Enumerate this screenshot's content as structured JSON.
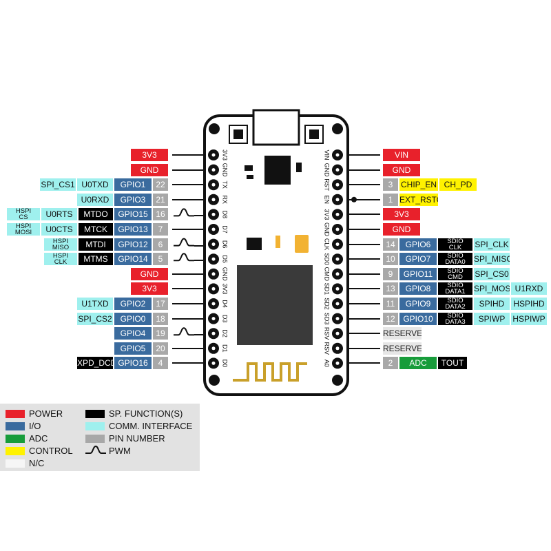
{
  "board": {
    "left_pins": [
      "3V3",
      "GND",
      "TX",
      "RX",
      "D8",
      "D7",
      "D6",
      "D5",
      "GND",
      "3V3",
      "D4",
      "D3",
      "D2",
      "D1",
      "D0"
    ],
    "right_pins": [
      "VIN",
      "GND",
      "RST",
      "EN",
      "3V3",
      "GND",
      "CLK",
      "SD0",
      "CMD",
      "SD1",
      "SD2",
      "SD3",
      "RSV",
      "RSV",
      "A0"
    ]
  },
  "left_rows": [
    {
      "labels": [
        {
          "text": "3V3",
          "c": "power"
        }
      ]
    },
    {
      "labels": [
        {
          "text": "GND",
          "c": "power"
        }
      ]
    },
    {
      "labels": [
        {
          "text": "SPI_CS1",
          "c": "comm"
        },
        {
          "text": "U0TXD",
          "c": "comm"
        },
        {
          "text": "GPIO1",
          "c": "io"
        },
        {
          "text": "22",
          "c": "num"
        }
      ]
    },
    {
      "labels": [
        {
          "text": "U0RXD",
          "c": "comm"
        },
        {
          "text": "GPIO3",
          "c": "io"
        },
        {
          "text": "21",
          "c": "num"
        }
      ]
    },
    {
      "labels": [
        {
          "text": "HSPI\nCS",
          "c": "comm"
        },
        {
          "text": "U0RTS",
          "c": "comm"
        },
        {
          "text": "MTDO",
          "c": "sp"
        },
        {
          "text": "GPIO15",
          "c": "io"
        },
        {
          "text": "16",
          "c": "num"
        }
      ],
      "pwm": true
    },
    {
      "labels": [
        {
          "text": "HSPI\nMOSI",
          "c": "comm"
        },
        {
          "text": "U0CTS",
          "c": "comm"
        },
        {
          "text": "MTCK",
          "c": "sp"
        },
        {
          "text": "GPIO13",
          "c": "io"
        },
        {
          "text": "7",
          "c": "num"
        }
      ]
    },
    {
      "labels": [
        {
          "text": "HSPI\nMISO",
          "c": "comm"
        },
        {
          "text": "MTDI",
          "c": "sp"
        },
        {
          "text": "GPIO12",
          "c": "io"
        },
        {
          "text": "6",
          "c": "num"
        }
      ],
      "pwm": true
    },
    {
      "labels": [
        {
          "text": "HSPI\nCLK",
          "c": "comm"
        },
        {
          "text": "MTMS",
          "c": "sp"
        },
        {
          "text": "GPIO14",
          "c": "io"
        },
        {
          "text": "5",
          "c": "num"
        }
      ],
      "pwm": true
    },
    {
      "labels": [
        {
          "text": "GND",
          "c": "power"
        }
      ]
    },
    {
      "labels": [
        {
          "text": "3V3",
          "c": "power"
        }
      ]
    },
    {
      "labels": [
        {
          "text": "U1TXD",
          "c": "comm"
        },
        {
          "text": "GPIO2",
          "c": "io"
        },
        {
          "text": "17",
          "c": "num"
        }
      ]
    },
    {
      "labels": [
        {
          "text": "SPI_CS2",
          "c": "comm"
        },
        {
          "text": "GPIO0",
          "c": "io"
        },
        {
          "text": "18",
          "c": "num"
        }
      ]
    },
    {
      "labels": [
        {
          "text": "GPIO4",
          "c": "io"
        },
        {
          "text": "19",
          "c": "num"
        }
      ],
      "pwm": true
    },
    {
      "labels": [
        {
          "text": "GPIO5",
          "c": "io"
        },
        {
          "text": "20",
          "c": "num"
        }
      ]
    },
    {
      "labels": [
        {
          "text": "XPD_DCDC",
          "c": "sp"
        },
        {
          "text": "GPIO16",
          "c": "io"
        },
        {
          "text": "4",
          "c": "num"
        }
      ]
    }
  ],
  "right_rows": [
    {
      "labels": [
        {
          "text": "VIN",
          "c": "power"
        }
      ]
    },
    {
      "labels": [
        {
          "text": "GND",
          "c": "power"
        }
      ]
    },
    {
      "labels": [
        {
          "text": "3",
          "c": "num"
        },
        {
          "text": "CHIP_EN",
          "c": "control"
        },
        {
          "text": "CH_PD",
          "c": "control"
        }
      ]
    },
    {
      "labels": [
        {
          "text": "1",
          "c": "num"
        },
        {
          "text": "EXT_RSTO",
          "c": "control"
        }
      ],
      "dot": true
    },
    {
      "labels": [
        {
          "text": "3V3",
          "c": "power"
        }
      ]
    },
    {
      "labels": [
        {
          "text": "GND",
          "c": "power"
        }
      ]
    },
    {
      "labels": [
        {
          "text": "14",
          "c": "num"
        },
        {
          "text": "GPIO6",
          "c": "io"
        },
        {
          "text": "SDIO\nCLK",
          "c": "sp"
        },
        {
          "text": "SPI_CLK",
          "c": "comm"
        }
      ]
    },
    {
      "labels": [
        {
          "text": "10",
          "c": "num"
        },
        {
          "text": "GPIO7",
          "c": "io"
        },
        {
          "text": "SDIO\nDATA0",
          "c": "sp"
        },
        {
          "text": "SPI_MISO",
          "c": "comm"
        }
      ]
    },
    {
      "labels": [
        {
          "text": "9",
          "c": "num"
        },
        {
          "text": "GPIO11",
          "c": "io"
        },
        {
          "text": "SDIO\nCMD",
          "c": "sp"
        },
        {
          "text": "SPI_CS0",
          "c": "comm"
        }
      ]
    },
    {
      "labels": [
        {
          "text": "13",
          "c": "num"
        },
        {
          "text": "GPIO8",
          "c": "io"
        },
        {
          "text": "SDIO\nDATA1",
          "c": "sp"
        },
        {
          "text": "SPI_MOSI",
          "c": "comm"
        },
        {
          "text": "U1RXD",
          "c": "comm"
        }
      ]
    },
    {
      "labels": [
        {
          "text": "11",
          "c": "num"
        },
        {
          "text": "GPIO9",
          "c": "io"
        },
        {
          "text": "SDIO\nDATA2",
          "c": "sp"
        },
        {
          "text": "SPIHD",
          "c": "comm"
        },
        {
          "text": "HSPIHD",
          "c": "comm"
        }
      ]
    },
    {
      "labels": [
        {
          "text": "12",
          "c": "num"
        },
        {
          "text": "GPIO10",
          "c": "io"
        },
        {
          "text": "SDIO\nDATA3",
          "c": "sp"
        },
        {
          "text": "SPIWP",
          "c": "comm"
        },
        {
          "text": "HSPIWP",
          "c": "comm"
        }
      ]
    },
    {
      "labels": [
        {
          "text": "RESERVED",
          "c": "nc"
        }
      ]
    },
    {
      "labels": [
        {
          "text": "RESERVED",
          "c": "nc"
        }
      ]
    },
    {
      "labels": [
        {
          "text": "2",
          "c": "num"
        },
        {
          "text": "ADC",
          "c": "adc"
        },
        {
          "text": "TOUT",
          "c": "sp"
        }
      ]
    }
  ],
  "legend": {
    "left": [
      {
        "label": "POWER",
        "c": "power"
      },
      {
        "label": "I/O",
        "c": "io"
      },
      {
        "label": "ADC",
        "c": "adc"
      },
      {
        "label": "CONTROL",
        "c": "control"
      },
      {
        "label": "N/C",
        "c": "nc"
      }
    ],
    "right": [
      {
        "label": "SP. FUNCTION(S)",
        "c": "sp"
      },
      {
        "label": "COMM. INTERFACE",
        "c": "comm"
      },
      {
        "label": "PIN NUMBER",
        "c": "num"
      },
      {
        "label": "PWM",
        "c": "pwm"
      }
    ]
  },
  "colors": {
    "power": "#e8212b",
    "io": "#3a6b9e",
    "adc": "#179c3a",
    "control": "#fff200",
    "nc": "#e6e6e6",
    "sp": "#000000",
    "comm": "#9ff0ee",
    "num": "#a8a8a8"
  }
}
